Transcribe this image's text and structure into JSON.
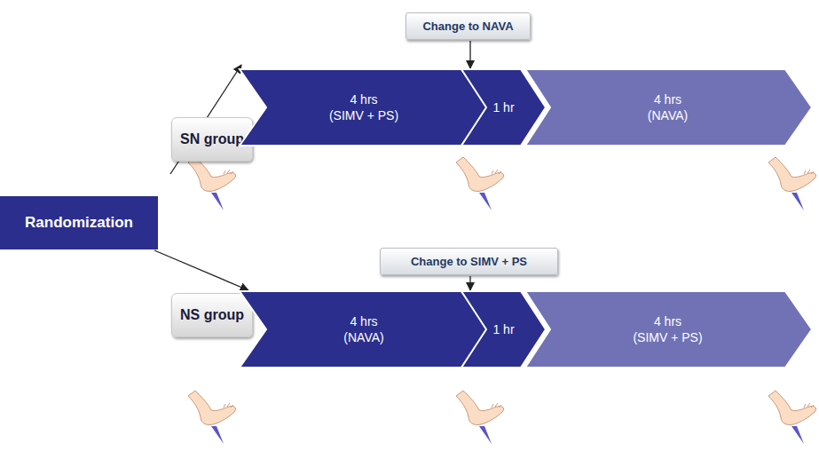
{
  "diagram": {
    "nodes": [
      {
        "text": [
          "Change to NAVA"
        ]
      },
      {
        "text": [
          "SN group"
        ]
      },
      {
        "text": [
          "4 hrs",
          "(SIMV + PS)"
        ]
      },
      {
        "text": [
          "1 hr"
        ]
      },
      {
        "text": [
          "4 hrs",
          "(NAVA)"
        ]
      },
      {
        "text": [
          "Randomization"
        ]
      },
      {
        "text": [
          "Change to SIMV + PS"
        ]
      },
      {
        "text": [
          "NS group"
        ]
      },
      {
        "text": [
          "4 hrs",
          "(NAVA)"
        ]
      },
      {
        "text": [
          "1 hr"
        ]
      },
      {
        "text": [
          "4 hrs",
          "(SIMV + PS)"
        ]
      }
    ],
    "edges": [
      {
        "from": 0,
        "to": 3,
        "arrow": "to"
      },
      {
        "from": 5,
        "to": 2,
        "arrow": "to"
      },
      {
        "from": 6,
        "to": 9,
        "arrow": "to"
      },
      {
        "from": 5,
        "to": 8,
        "arrow": "to"
      }
    ]
  }
}
